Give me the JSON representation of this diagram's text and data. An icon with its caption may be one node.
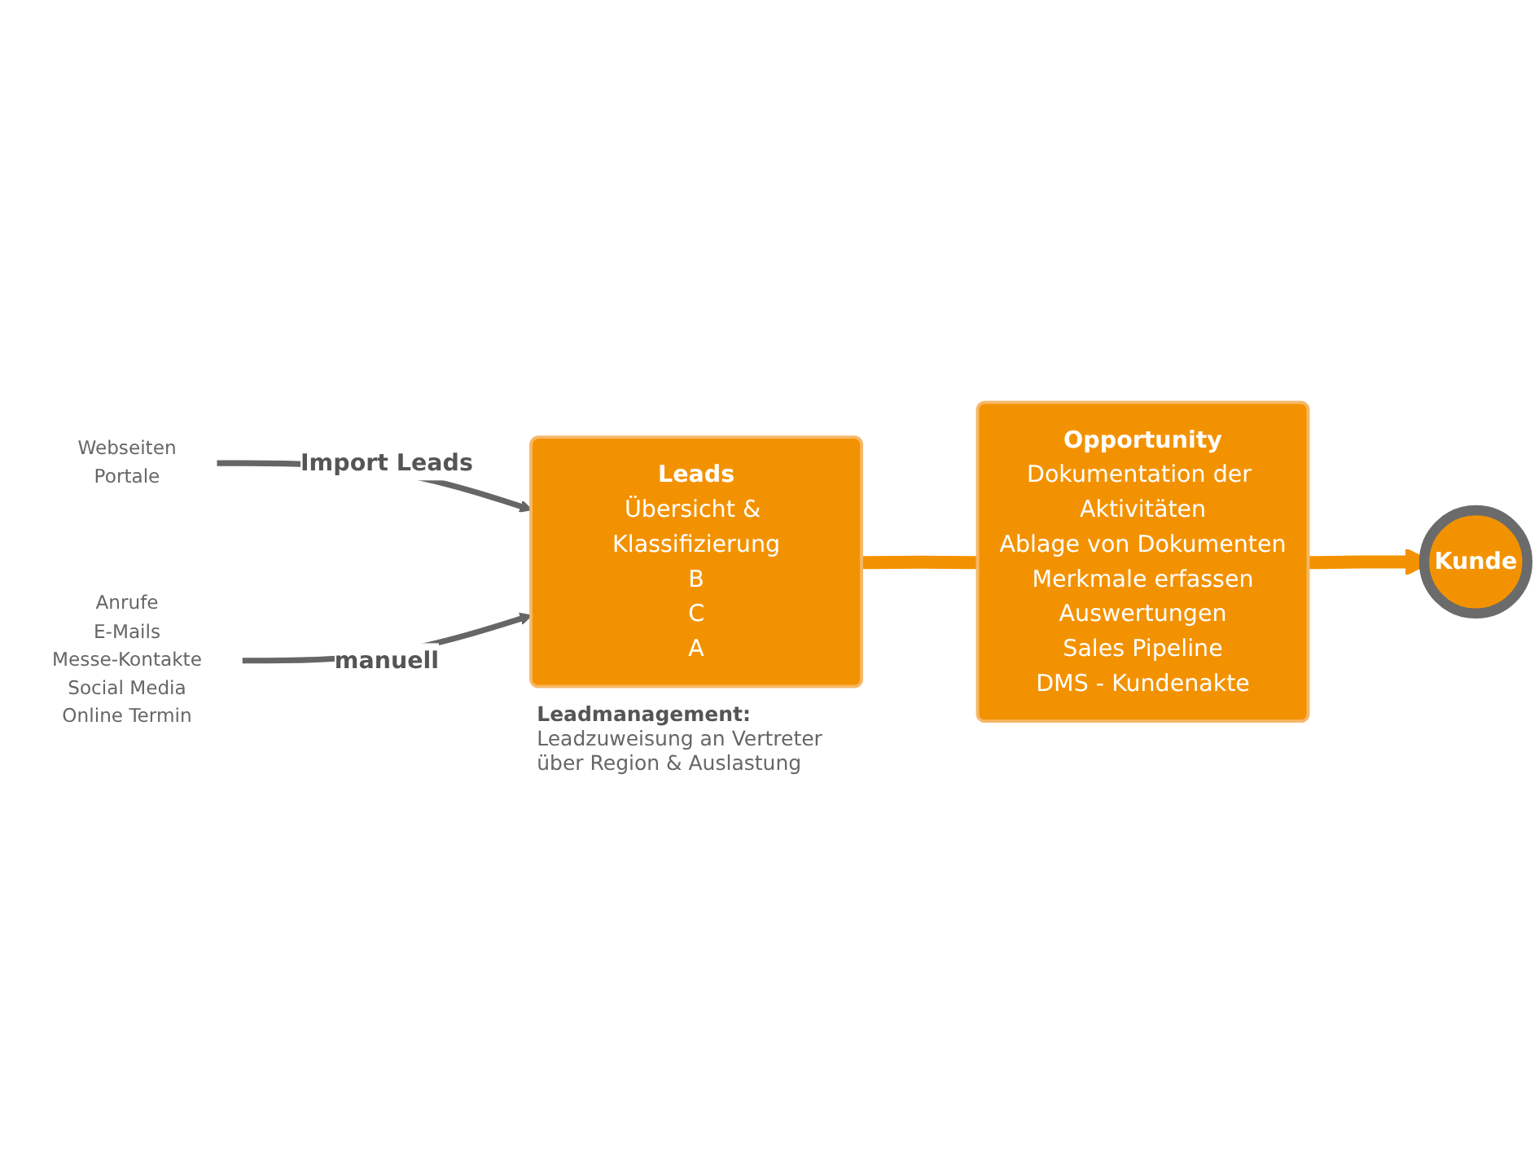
{
  "diagram": {
    "nodes": [
      {
        "text": [
          "Webseiten",
          "Portale"
        ]
      },
      {
        "text": [
          "Anrufe",
          "E-Mails",
          "Messe-Kontakte",
          "Social Media",
          "Online Termin"
        ]
      },
      {
        "text": [
          "Leads",
          "Übersicht & Klassifizierung",
          "B",
          "C",
          "A"
        ],
        "beside": [
          "Leadmanagement:",
          "Leadzuweisung an Vertreter über Region & Auslastung"
        ]
      },
      {
        "text": [
          "Opportunity",
          "Dokumentation der Aktivitäten",
          "Ablage von Dokumenten",
          "Merkmale erfassen",
          "Auswertungen",
          "Sales Pipeline",
          "DMS - Kundenakte"
        ]
      },
      {
        "text": [
          "Kunde"
        ]
      }
    ],
    "edges": [
      {
        "from": 0,
        "to": 2,
        "arrow": "to",
        "label": "Import Leads"
      },
      {
        "from": 1,
        "to": 2,
        "arrow": "to",
        "label": "manuell"
      },
      {
        "from": 2,
        "to": 3,
        "arrow": "none",
        "style": "thick",
        "color": "#f39200"
      },
      {
        "from": 3,
        "to": 4,
        "arrow": "to",
        "style": "thick",
        "color": "#f39200"
      }
    ]
  }
}
